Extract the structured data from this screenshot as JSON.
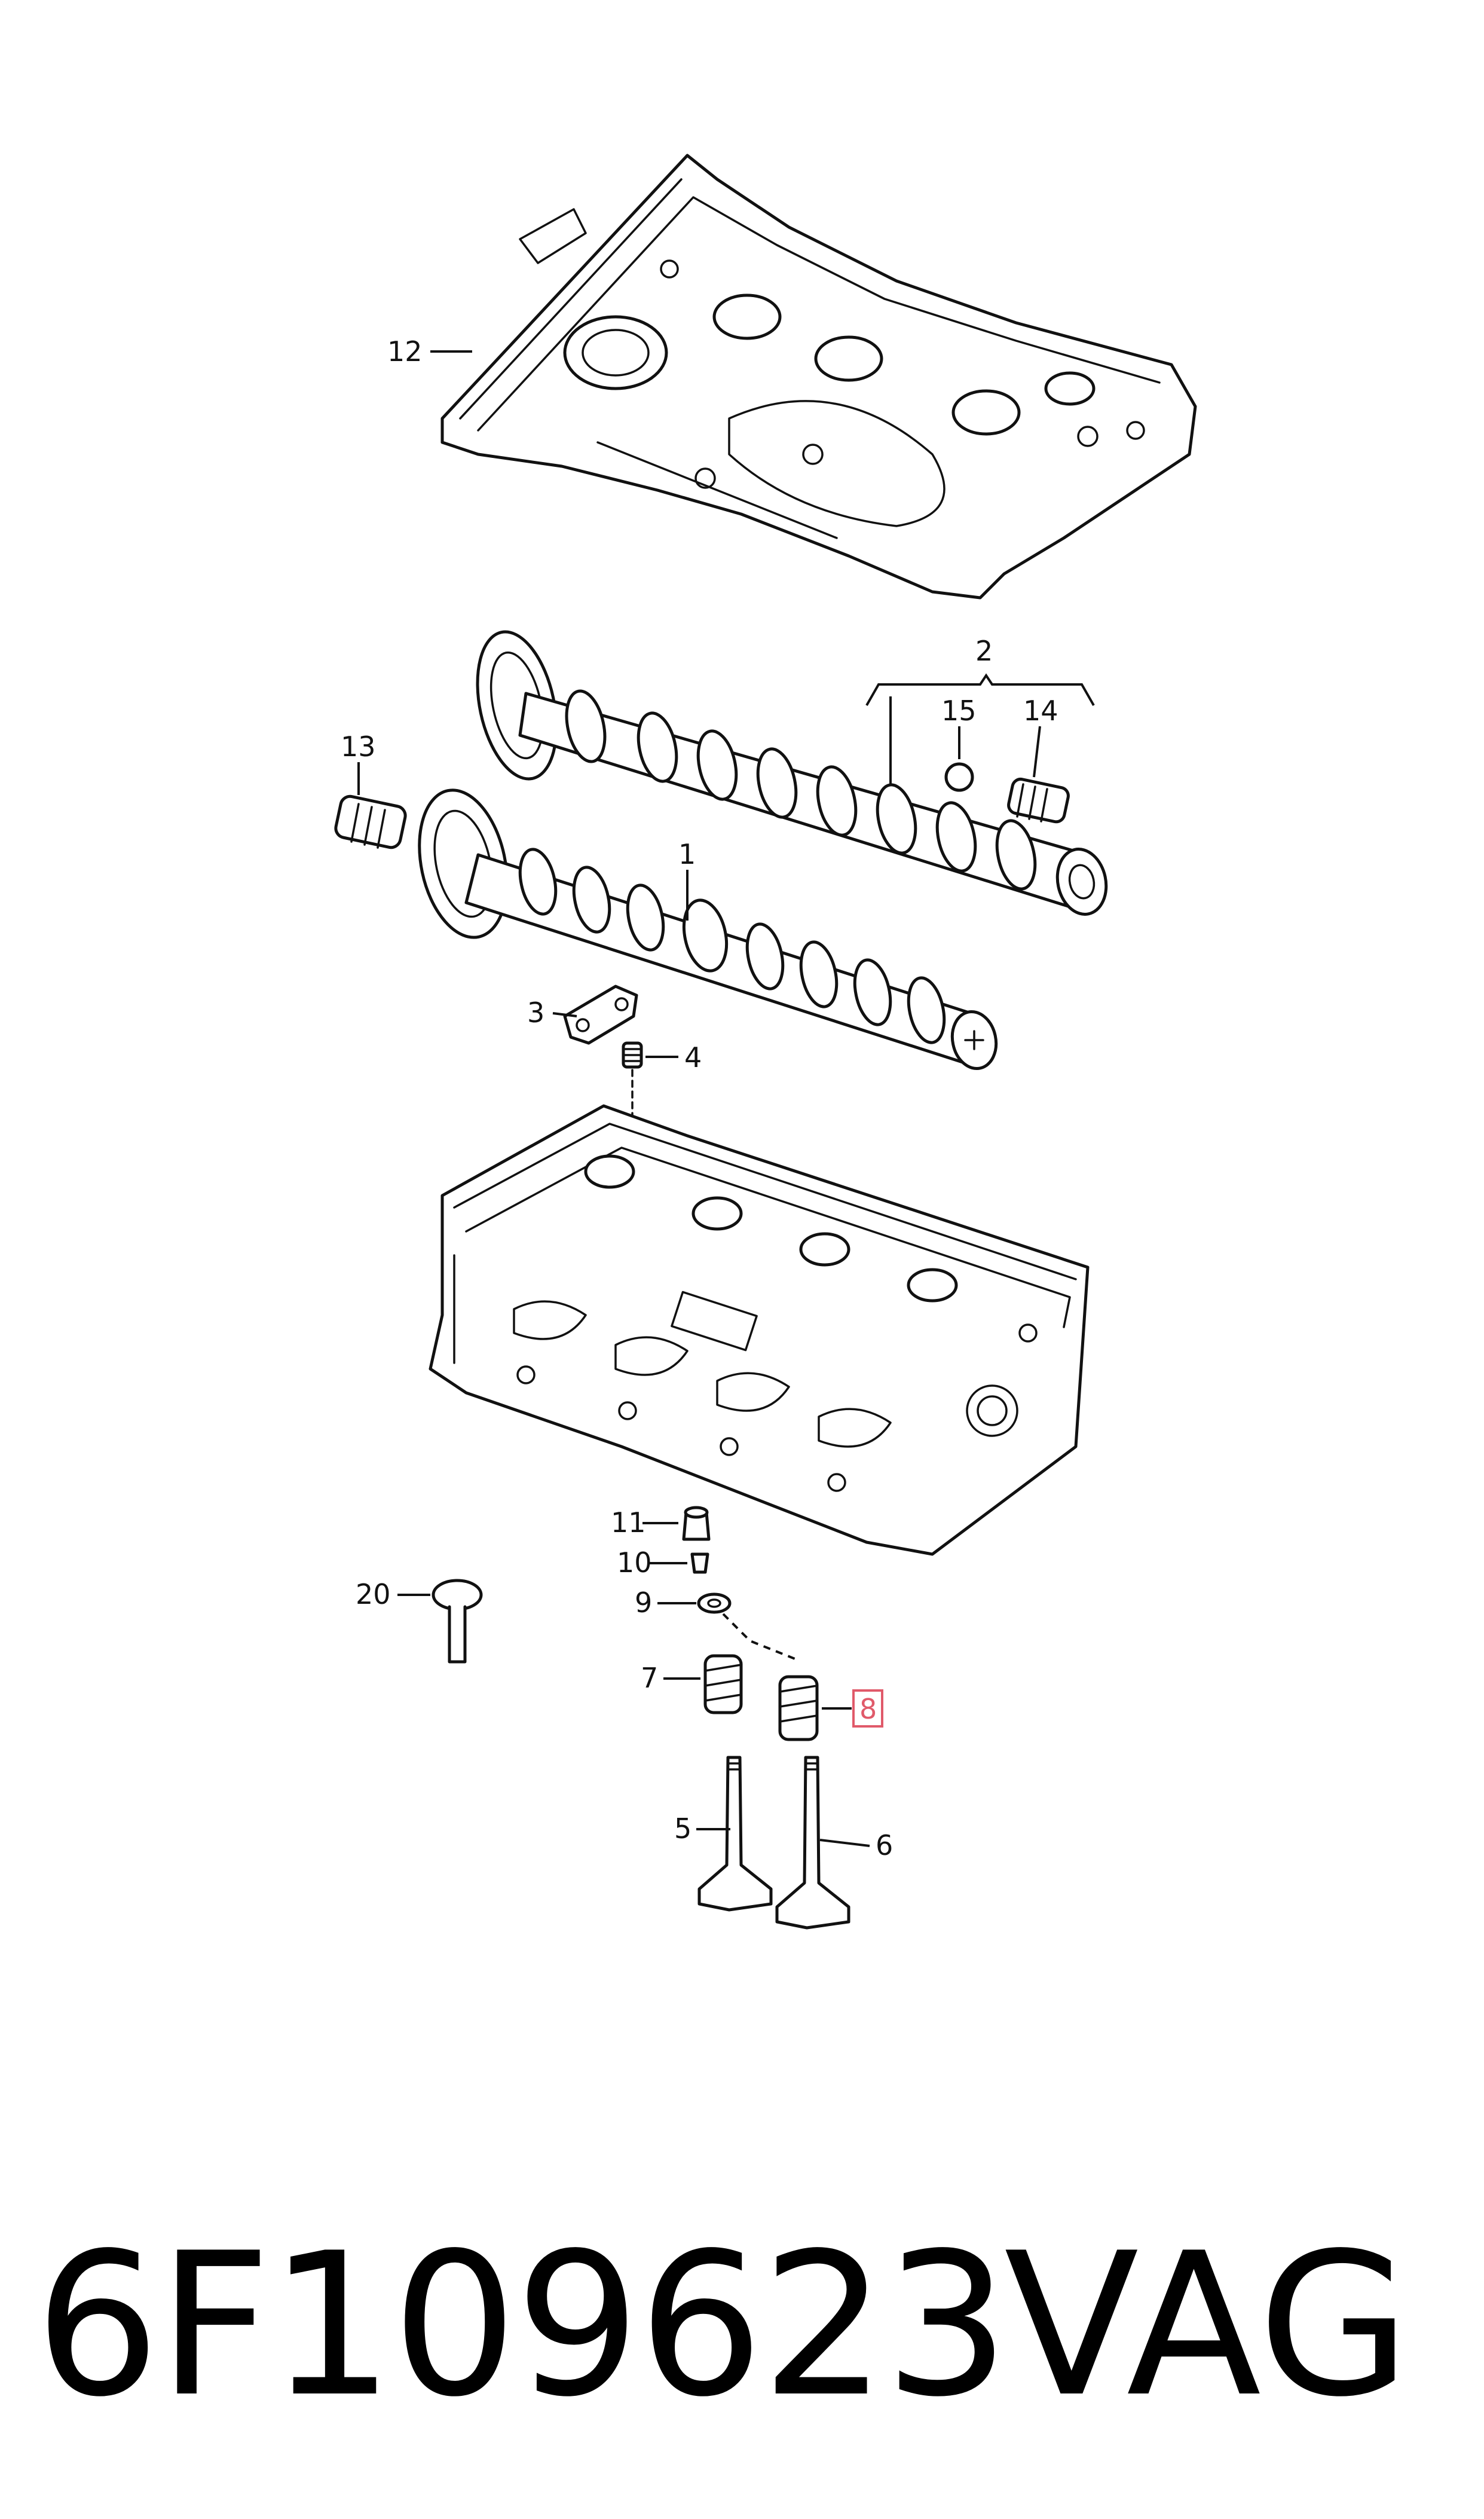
{
  "diagram": {
    "callouts": {
      "c1": "1",
      "c2": "2",
      "c3": "3",
      "c4": "4",
      "c5": "5",
      "c6": "6",
      "c7": "7",
      "c8": "8",
      "c9": "9",
      "c10": "10",
      "c11": "11",
      "c12": "12",
      "c13": "13",
      "c14": "14",
      "c15": "15",
      "c20": "20"
    },
    "highlighted_callout": "8",
    "highlight_color": "#e05a6a"
  },
  "caption": {
    "part_number": "6F109623",
    "brand": "VAG"
  }
}
